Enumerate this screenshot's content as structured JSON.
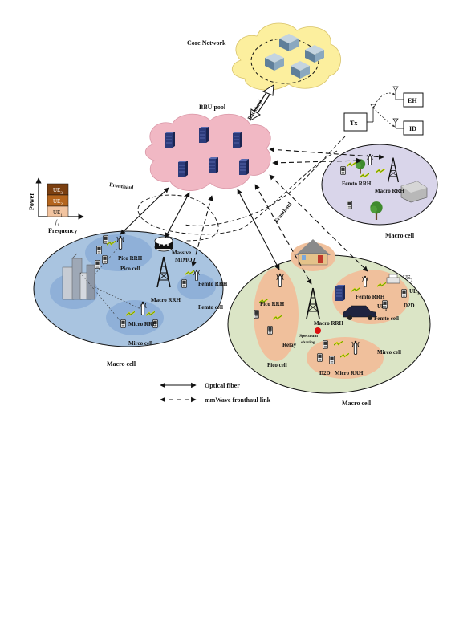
{
  "core_network": "Core Network",
  "backhaul": "Backhaul",
  "bbu_pool": "BBU pool",
  "fronthaul_left": "Fronthaul",
  "fronthaul_right": "Fronthaul",
  "swipt": {
    "tx": "Tx",
    "eh": "EH",
    "id": "ID"
  },
  "power_chart": {
    "power": "Power",
    "frequency": "Frequency",
    "f1": "f",
    "f1_sub": "1",
    "ue3": "UE",
    "ue3_sub": "3",
    "ue2": "UE",
    "ue2_sub": "2",
    "ue1": "UE",
    "ue1_sub": "1",
    "colors": [
      "#7b3f10",
      "#b5651d",
      "#f2c4a0"
    ]
  },
  "left_macro": {
    "pico_rrh": "Pico RRH",
    "pico_cell": "Pico cell",
    "massive": "Massive",
    "mimo": "MIMO",
    "macro_rrh": "Macro RRH",
    "femto_rrh": "Femto RRH",
    "femto_cell": "Femto cell",
    "micro_rrh": "Micro RRH",
    "mirco_cell": "Mirco cell",
    "macro_cell": "Macro cell",
    "color": "#a9c4e0"
  },
  "top_right_macro": {
    "femto_rrh": "Femto RRH",
    "macro_rrh": "Macro RRH",
    "macro_cell": "Macro cell",
    "color": "#d9d5ea"
  },
  "right_macro": {
    "pico_rrh": "Pico RRH",
    "relay": "Relay",
    "pico_cell": "Pico cell",
    "macro_rrh": "Macro RRH",
    "spectrum": "Spectrum",
    "sharing": "sharing",
    "femto_rrh": "Femto RRH",
    "femto_cell": "Femto cell",
    "ue3": "UE",
    "ue3_sub": "3",
    "ue2": "UE",
    "ue2_sub": "2",
    "ue1": "UE",
    "ue1_sub": "1",
    "d2d": "D2D",
    "d2d_2": "D2D",
    "micro_rrh": "Micro RRH",
    "mirco_cell": "Mirco cell",
    "macro_cell": "Macro cell",
    "color": "#dbe5c6"
  },
  "legend": {
    "optical": "Optical fiber",
    "mmwave": "mmWave fronthaul link"
  }
}
